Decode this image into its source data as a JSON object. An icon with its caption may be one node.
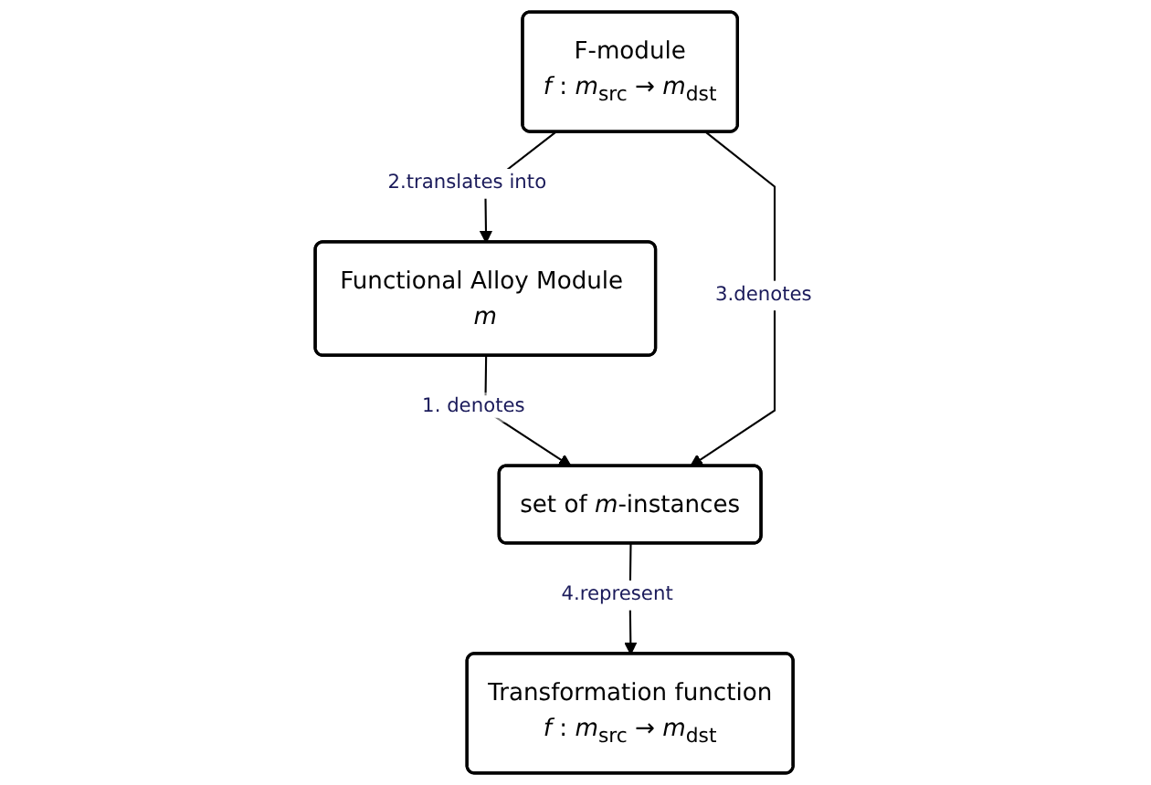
{
  "diagram": {
    "nodes": [
      {
        "text": [
          "F-module",
          "*f* : *m*$_{src}$ → *m*$_{dst}$"
        ]
      },
      {
        "text": [
          "Functional Alloy Module *m*"
        ]
      },
      {
        "text": [
          "set of *m*-instances"
        ]
      },
      {
        "text": [
          "Transformation function",
          "*f* : *m*$_{src}$ → *m*$_{dst}$"
        ]
      }
    ],
    "edges": [
      {
        "from": 0,
        "to": 1,
        "label": "2.translates into",
        "arrow": "to"
      },
      {
        "from": 1,
        "to": 2,
        "label": "1. denotes",
        "arrow": "to"
      },
      {
        "from": 0,
        "to": 2,
        "label": "3.denotes",
        "arrow": "to"
      },
      {
        "from": 2,
        "to": 3,
        "label": "4.represent",
        "arrow": "to"
      }
    ]
  }
}
